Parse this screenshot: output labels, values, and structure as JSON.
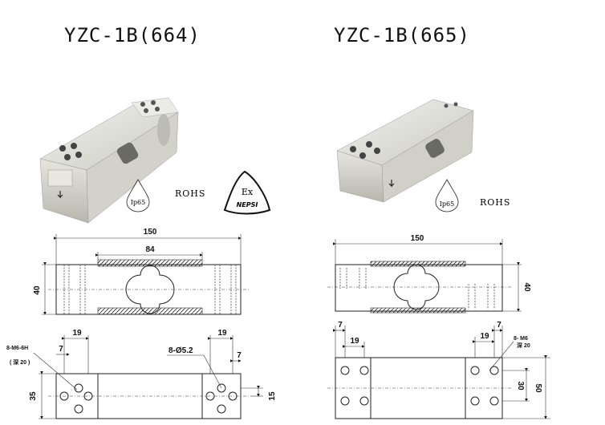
{
  "titles": {
    "left": "YZC-1B(664)",
    "right": "YZC-1B(665)"
  },
  "badges": {
    "ip": "Ip65",
    "rohs": "ROHS",
    "ex_top": "Ex",
    "ex_bottom": "NEPSI"
  },
  "left_drawing": {
    "length": "150",
    "groove": "84",
    "height": "40",
    "hole_spacing": "19",
    "edge_offset": "7",
    "thread_note": "8-M6-6H",
    "thread_depth": "( 深 20 )",
    "hole_note": "8-Ø5.2",
    "width": "35",
    "hole_center": "15"
  },
  "right_drawing": {
    "length": "150",
    "height": "40",
    "edge_offset": "7",
    "hole_spacing": "19",
    "thread_note": "8- M6",
    "thread_depth": "深 20",
    "hole_distance": "30",
    "width": "50"
  }
}
